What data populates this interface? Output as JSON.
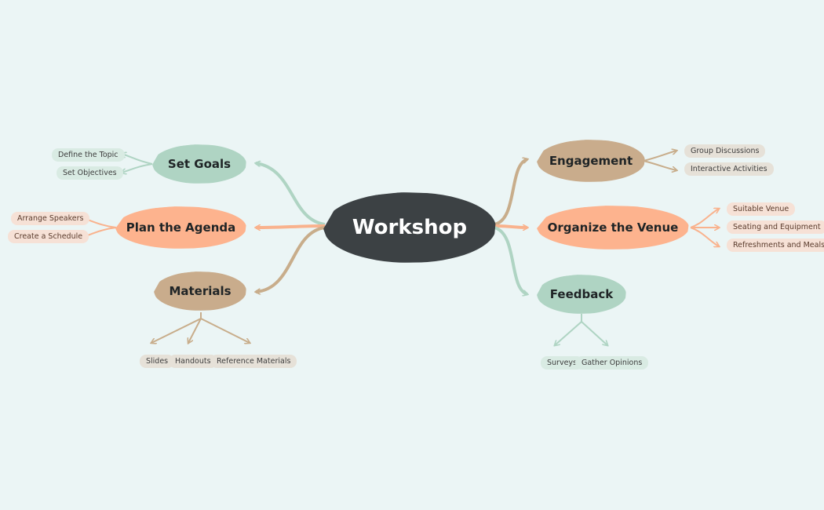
{
  "root": {
    "label": "Workshop"
  },
  "branches": {
    "set_goals": {
      "label": "Set Goals",
      "children": [
        "Define the Topic",
        "Set Objectives"
      ]
    },
    "plan_agenda": {
      "label": "Plan the Agenda",
      "children": [
        "Arrange Speakers",
        "Create a Schedule"
      ]
    },
    "materials": {
      "label": "Materials",
      "children": [
        "Slides",
        "Handouts",
        "Reference Materials"
      ]
    },
    "engagement": {
      "label": "Engagement",
      "children": [
        "Group Discussions",
        "Interactive Activities"
      ]
    },
    "organize_venue": {
      "label": "Organize the Venue",
      "children": [
        "Suitable Venue",
        "Seating and Equipment",
        "Refreshments and Meals"
      ]
    },
    "feedback": {
      "label": "Feedback",
      "children": [
        "Surveys",
        "Gather Opinions"
      ]
    }
  },
  "colors": {
    "background": "#ebf5f5",
    "root": "#3c4144",
    "green": "#afd4c3",
    "orange": "#fdb38e",
    "tan": "#c9ac8c",
    "green_line": "#afd4c3",
    "orange_line": "#f9b28d",
    "tan_line": "#c8ad8b"
  }
}
